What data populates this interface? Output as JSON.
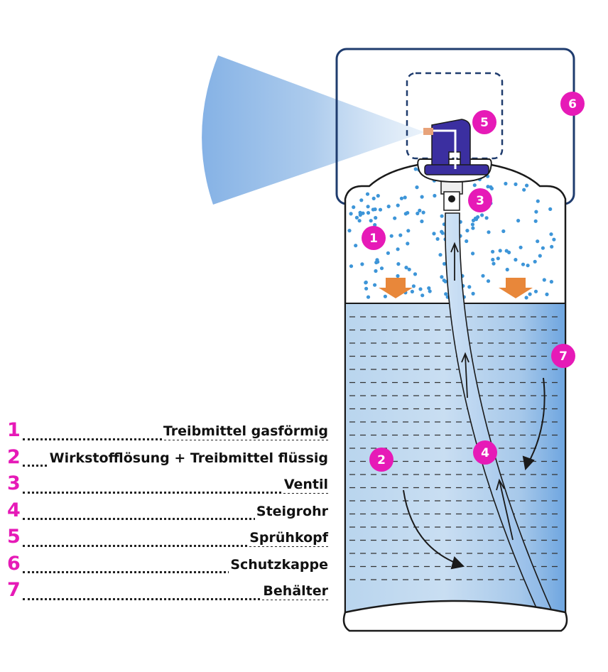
{
  "badges": [
    "1",
    "2",
    "3",
    "4",
    "5",
    "6",
    "7"
  ],
  "legend": [
    {
      "num": "1",
      "dots": "...............................",
      "text": "Treibmittel gasförmig"
    },
    {
      "num": "2",
      "dots": "...",
      "text": "Wirkstofflösung + Treibmittel flüssig"
    },
    {
      "num": "3",
      "dots": "....................................................................",
      "text": "Ventil"
    },
    {
      "num": "4",
      "dots": ".........................................................",
      "text": "Steigrohr"
    },
    {
      "num": "5",
      "dots": ".......................................................",
      "text": "Sprühkopf"
    },
    {
      "num": "6",
      "dots": "...................................................",
      "text": "Schutzkappe"
    },
    {
      "num": "7",
      "dots": ".. ...................................................",
      "text": "Behälter"
    }
  ],
  "colors": {
    "badge": "#e61ab7",
    "liquid": "#9cc2e6",
    "gas_dot": "#3d95d8",
    "arrow": "#e8873a",
    "outline": "#1f3c6e",
    "nozzle": "#3b2fa0"
  }
}
